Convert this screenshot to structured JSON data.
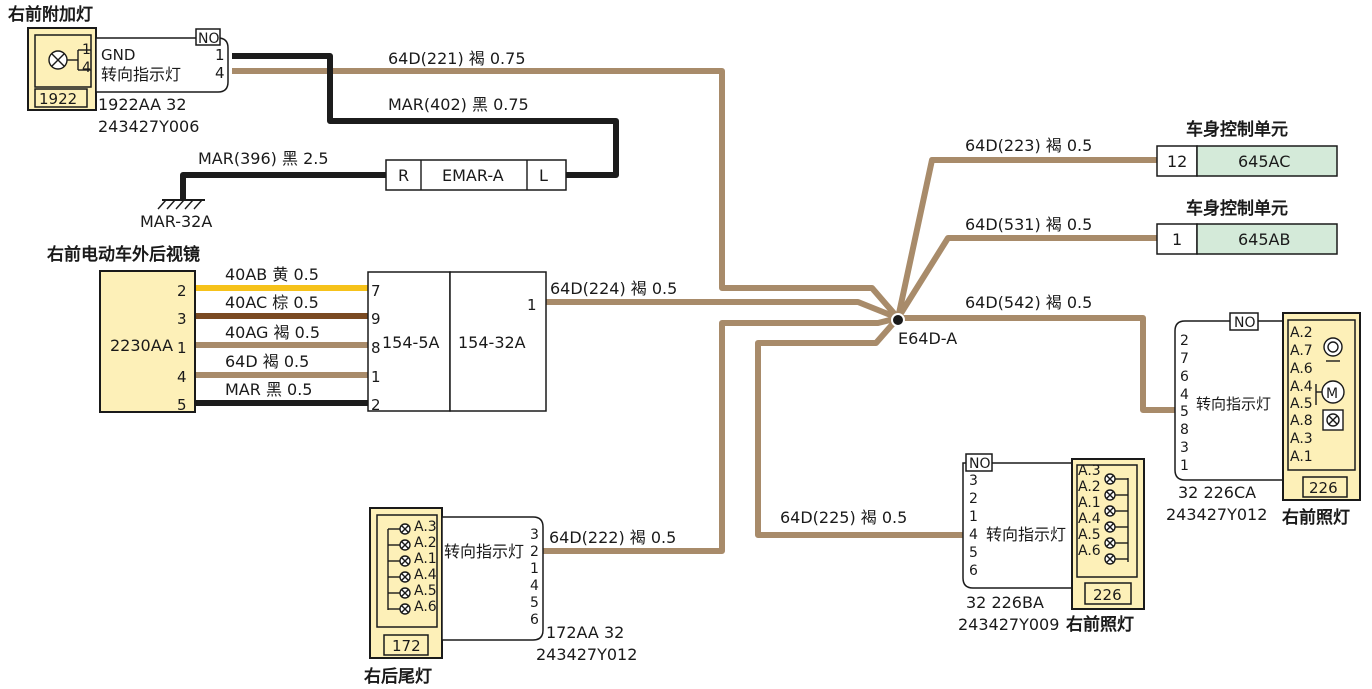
{
  "components": {
    "front_aux_lamp": {
      "title": "右前附加灯",
      "id_box": "1922",
      "pins": [
        "1",
        "4"
      ],
      "no_tag": "NO",
      "pin_names": [
        "GND",
        "转向指示灯"
      ],
      "pin_nums": [
        "1",
        "4"
      ],
      "connector_code": "1922AA 32",
      "part_number": "243427Y006"
    },
    "mirror": {
      "title": "右前电动车外后视镜",
      "id_box": "2230AA",
      "pins": [
        "2",
        "3",
        "1",
        "4",
        "5"
      ],
      "connector_a": "154-5A",
      "connector_a_pins": [
        "7",
        "9",
        "8",
        "1",
        "2"
      ],
      "connector_b": "154-32A",
      "connector_b_pin": "1"
    },
    "rear_tail_lamp": {
      "title": "右后尾灯",
      "id_box": "172",
      "lamp_pins": [
        "A.3",
        "A.2",
        "A.1",
        "A.4",
        "A.5",
        "A.6"
      ],
      "pin_label": "转向指示灯",
      "pin_nums": [
        "3",
        "2",
        "1",
        "4",
        "5",
        "6"
      ],
      "connector_code": "172AA 32",
      "part_number": "243427Y012"
    },
    "front_head_lamp_ba": {
      "title": "右前照灯",
      "id_box": "226",
      "no_tag": "NO",
      "lamp_pins": [
        "A.3",
        "A.2",
        "A.1",
        "A.4",
        "A.5",
        "A.6"
      ],
      "pin_label": "转向指示灯",
      "pin_nums": [
        "3",
        "2",
        "1",
        "4",
        "5",
        "6"
      ],
      "connector_code": "32 226BA",
      "part_number": "243427Y009"
    },
    "front_head_lamp_ca": {
      "title": "右前照灯",
      "id_box": "226",
      "no_tag": "NO",
      "lamp_pins": [
        "A.2",
        "A.7",
        "A.6",
        "A.4",
        "A.5",
        "A.8",
        "A.3",
        "A.1"
      ],
      "pin_label": "转向指示灯",
      "pin_nums": [
        "2",
        "7",
        "6",
        "4",
        "5",
        "8",
        "3",
        "1"
      ],
      "connector_code": "32 226CA",
      "part_number": "243427Y012"
    },
    "bcm_1": {
      "title": "车身控制单元",
      "pin": "12",
      "code": "645AC"
    },
    "bcm_2": {
      "title": "车身控制单元",
      "pin": "1",
      "code": "645AB"
    }
  },
  "wires": {
    "w221": "64D(221) 褐 0.75",
    "w402": "MAR(402) 黑 0.75",
    "w396": "MAR(396) 黑 2.5",
    "w224": "64D(224) 褐 0.5",
    "w222": "64D(222) 褐 0.5",
    "w225": "64D(225) 褐 0.5",
    "w223": "64D(223) 褐 0.5",
    "w531": "64D(531) 褐 0.5",
    "w542": "64D(542) 褐 0.5",
    "mirror_40ab": "40AB 黄 0.5",
    "mirror_40ac": "40AC 棕 0.5",
    "mirror_40ag": "40AG 褐 0.5",
    "mirror_64d": "64D 褐 0.5",
    "mirror_mar": "MAR 黑 0.5"
  },
  "ground": {
    "label": "MAR-32A",
    "connector_r": "R",
    "connector_name": "EMAR-A",
    "connector_l": "L"
  },
  "splice": {
    "label": "E64D-A"
  },
  "colors": {
    "brown_wire": "#a88b6a",
    "black_wire": "#1c1c1c",
    "yellow_wire": "#f6c21a",
    "dark_brown_wire": "#7a4a22",
    "component_fill": "#fdf0b8",
    "bcm_fill": "#d4ead9"
  }
}
